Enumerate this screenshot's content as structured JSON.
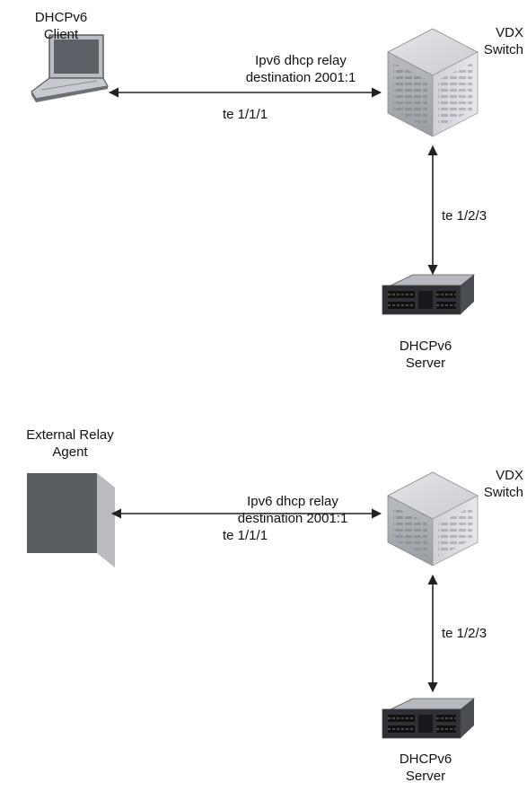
{
  "top": {
    "client": {
      "line1": "DHCPv6",
      "line2": "Client"
    },
    "switch": {
      "line1": "VDX",
      "line2": "Switch"
    },
    "relay_text": {
      "line1": "Ipv6 dhcp relay",
      "line2": "destination 2001:1"
    },
    "link_left": "te 1/1/1",
    "link_down": "te 1/2/3",
    "server": {
      "line1": "DHCPv6",
      "line2": "Server"
    }
  },
  "bottom": {
    "agent": {
      "line1": "External Relay",
      "line2": "Agent"
    },
    "switch": {
      "line1": "VDX",
      "line2": "Switch"
    },
    "relay_text": {
      "line1": "Ipv6 dhcp relay",
      "line2": "destination 2001:1"
    },
    "link_left": "te 1/1/1",
    "link_down": "te 1/2/3",
    "server": {
      "line1": "DHCPv6",
      "line2": "Server"
    }
  }
}
